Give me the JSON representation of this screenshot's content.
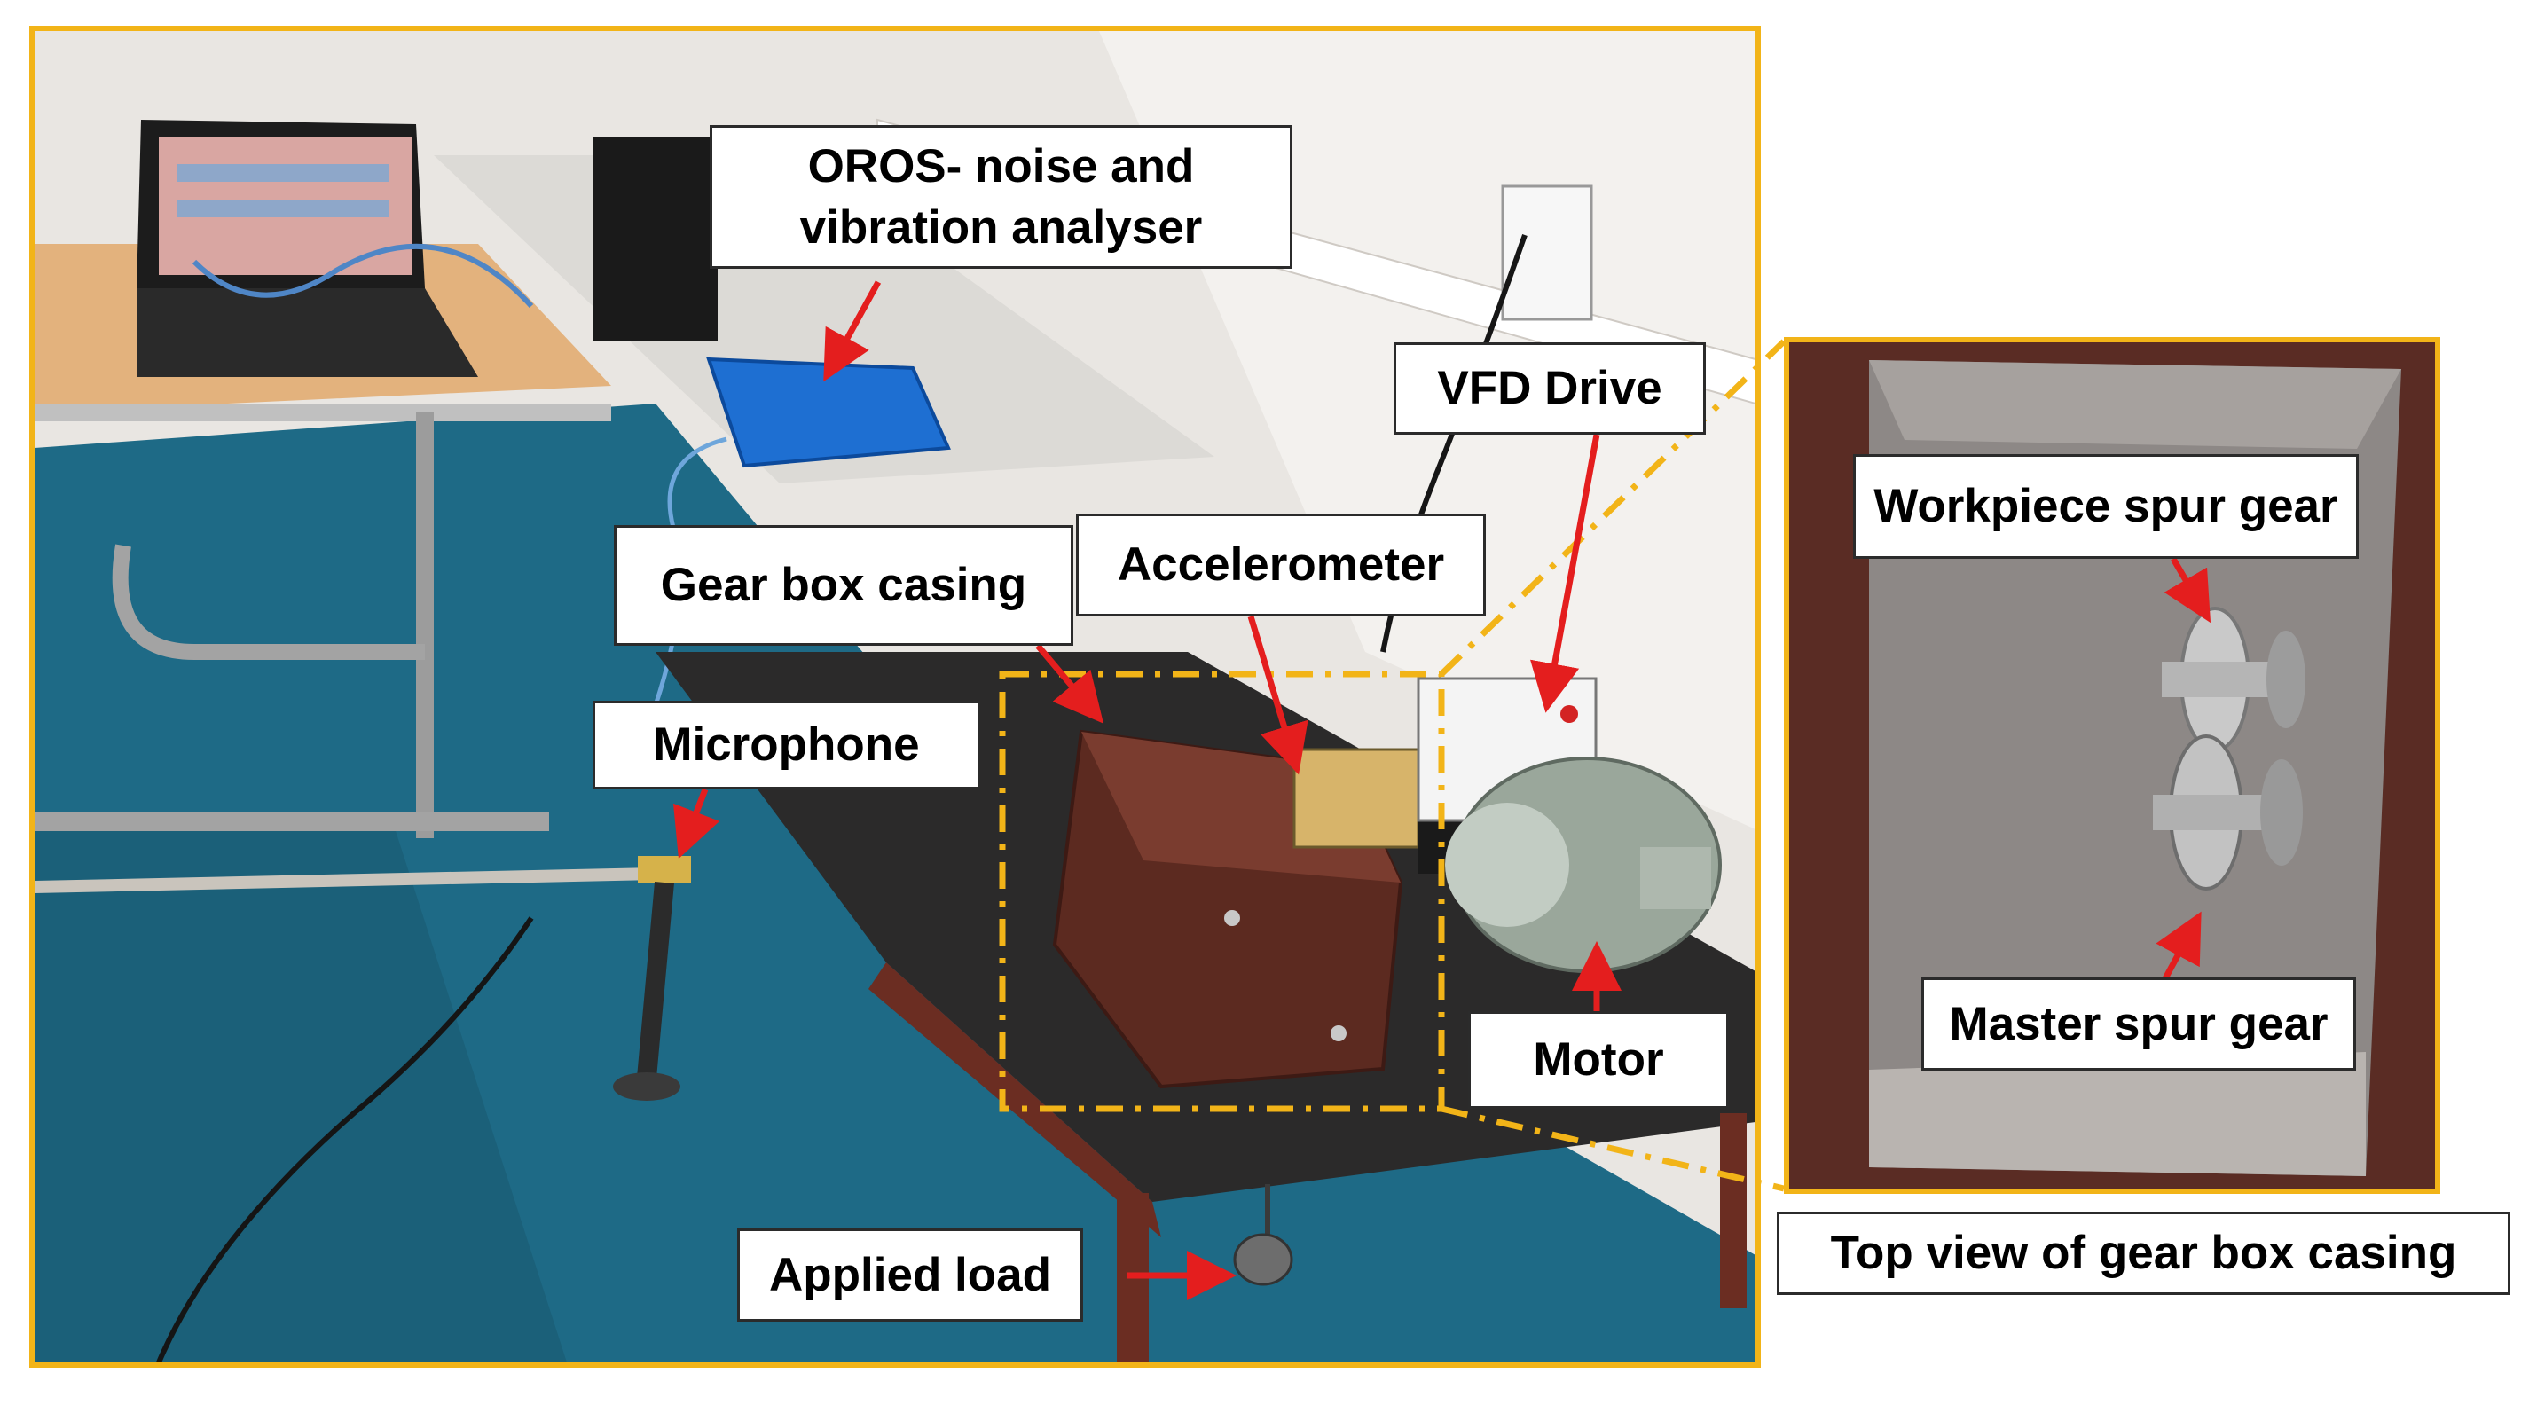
{
  "colors": {
    "frame": "#f2b418",
    "arrow": "#e41e1e",
    "label_bg": "#ffffff",
    "label_text": "#000000",
    "floor": "#1e6a86",
    "wall": "#e9e6e2",
    "gearbox": "#5c2a20",
    "motor": "#9aa79b",
    "analyser": "#1e6fd2",
    "inset_bg": "#5a2c24"
  },
  "labels": {
    "analyser": "OROS- noise and vibration analyser",
    "vfd": "VFD Drive",
    "gearbox": "Gear box casing",
    "accelerometer": "Accelerometer",
    "microphone": "Microphone",
    "motor": "Motor",
    "load": "Applied load",
    "workpiece_gear": "Workpiece spur gear",
    "master_gear": "Master spur gear",
    "top_view": "Top view of gear box casing"
  },
  "icons": [
    "arrow-icon",
    "dashed-callout-icon"
  ]
}
